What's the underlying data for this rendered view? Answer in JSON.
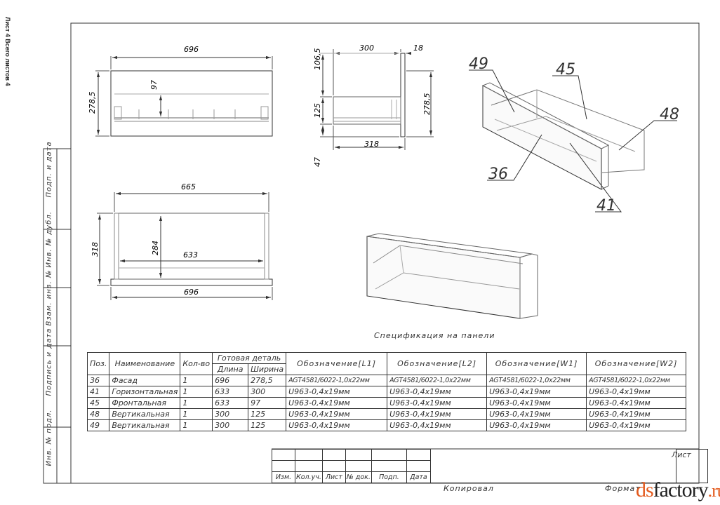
{
  "sheet_label": "Лист 4 Всего листов 4",
  "views": {
    "front": {
      "width": "696",
      "height": "278,5",
      "inner": "97"
    },
    "side": {
      "top": "106,5",
      "depth_top": "300",
      "thickness": "18",
      "mid": "125",
      "height": "278,5",
      "depth_bottom": "318",
      "bottom": "47"
    },
    "plan": {
      "outer_top": "665",
      "depth": "318",
      "inner_depth": "284",
      "inner_width": "633",
      "width": "696"
    },
    "callouts": [
      "49",
      "45",
      "48",
      "36",
      "41"
    ]
  },
  "spec_title": "Спецификация на панели",
  "spec": {
    "headers": {
      "pos": "Поз.",
      "name": "Наименование",
      "qty": "Кол-во",
      "finished": "Готовая деталь",
      "length": "Длина",
      "width": "Ширина",
      "l1": "Обозначение[L1]",
      "l2": "Обозначение[L2]",
      "w1": "Обозначение[W1]",
      "w2": "Обозначение[W2]"
    },
    "rows": [
      {
        "pos": "36",
        "name": "Фасад",
        "qty": "1",
        "length": "696",
        "width": "278,5",
        "l1": "AGT4581/6022-1,0x22мм",
        "l2": "AGT4581/6022-1,0x22мм",
        "w1": "AGT4581/6022-1,0x22мм",
        "w2": "AGT4581/6022-1,0x22мм"
      },
      {
        "pos": "41",
        "name": "Горизонтальная",
        "qty": "1",
        "length": "633",
        "width": "300",
        "l1": "U963-0,4x19мм",
        "l2": "U963-0,4x19мм",
        "w1": "U963-0,4x19мм",
        "w2": "U963-0,4x19мм"
      },
      {
        "pos": "45",
        "name": "Фронтальная",
        "qty": "1",
        "length": "633",
        "width": "97",
        "l1": "U963-0,4x19мм",
        "l2": "U963-0,4x19мм",
        "w1": "U963-0,4x19мм",
        "w2": "U963-0,4x19мм"
      },
      {
        "pos": "48",
        "name": "Вертикальная",
        "qty": "1",
        "length": "300",
        "width": "125",
        "l1": "U963-0,4x19мм",
        "l2": "U963-0,4x19мм",
        "w1": "U963-0,4x19мм",
        "w2": "U963-0,4x19мм"
      },
      {
        "pos": "49",
        "name": "Вертикальная",
        "qty": "1",
        "length": "300",
        "width": "125",
        "l1": "U963-0,4x19мм",
        "l2": "U963-0,4x19мм",
        "w1": "U963-0,4x19мм",
        "w2": "U963-0,4x19мм"
      }
    ]
  },
  "side_columns": [
    "Подп. и дата",
    "Инв. № дубл.",
    "Взам. инв. №",
    "Подпись и дата",
    "Инв. № подл."
  ],
  "stamp": {
    "cols": [
      "Изм.",
      "Кол.уч.",
      "Лист",
      "№ док.",
      "Подп.",
      "Дата"
    ],
    "list_label": "Лист"
  },
  "footer": {
    "copied": "Копировал",
    "format": "Формат"
  },
  "watermark": {
    "prefix": "ds",
    "main": "factory",
    "suffix": ".ru"
  }
}
